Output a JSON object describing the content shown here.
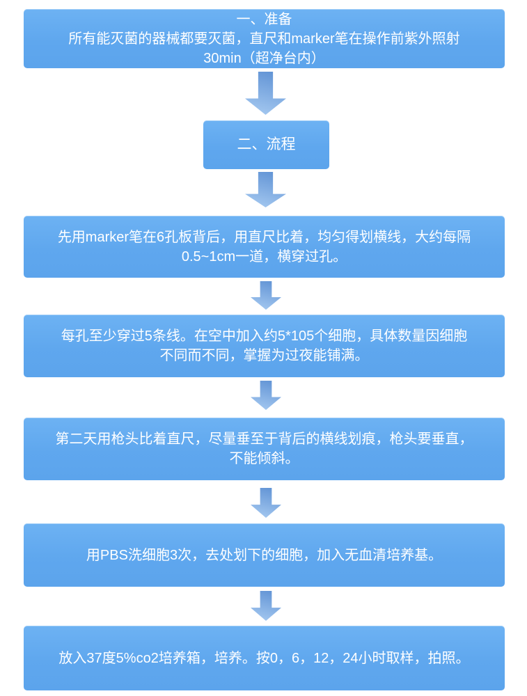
{
  "colors": {
    "box_fill": "#5fa7ee",
    "box_fill_highlight": "#6db2f3",
    "arrow_gradient_top": "#5d90d3",
    "arrow_gradient_bottom": "#a9ccf2",
    "text": "#ffffff",
    "background": "#ffffff"
  },
  "steps": [
    {
      "role": "section-header",
      "lines": {
        "0": "一、准备",
        "1": "所有能灭菌的器械都要灭菌，直尺和marker笔在操作前紫外照射",
        "2": "30min（超净台内）"
      }
    },
    {
      "role": "section-header",
      "lines": {
        "0": "二、流程"
      }
    },
    {
      "role": "step",
      "lines": {
        "0": "先用marker笔在6孔板背后，用直尺比着，均匀得划横线，大约每隔",
        "1": "0.5~1cm一道，横穿过孔。"
      }
    },
    {
      "role": "step",
      "lines": {
        "0": "每孔至少穿过5条线。在空中加入约5*105个细胞，具体数量因细胞",
        "1": "不同而不同，掌握为过夜能铺满。"
      }
    },
    {
      "role": "step",
      "lines": {
        "0": "第二天用枪头比着直尺，尽量垂至于背后的横线划痕，枪头要垂直，",
        "1": "不能倾斜。"
      }
    },
    {
      "role": "step",
      "lines": {
        "0": "用PBS洗细胞3次，去处划下的细胞，加入无血清培养基。"
      }
    },
    {
      "role": "step",
      "lines": {
        "0": "放入37度5%co2培养箱，培养。按0，6，12，24小时取样，拍照。"
      }
    }
  ]
}
